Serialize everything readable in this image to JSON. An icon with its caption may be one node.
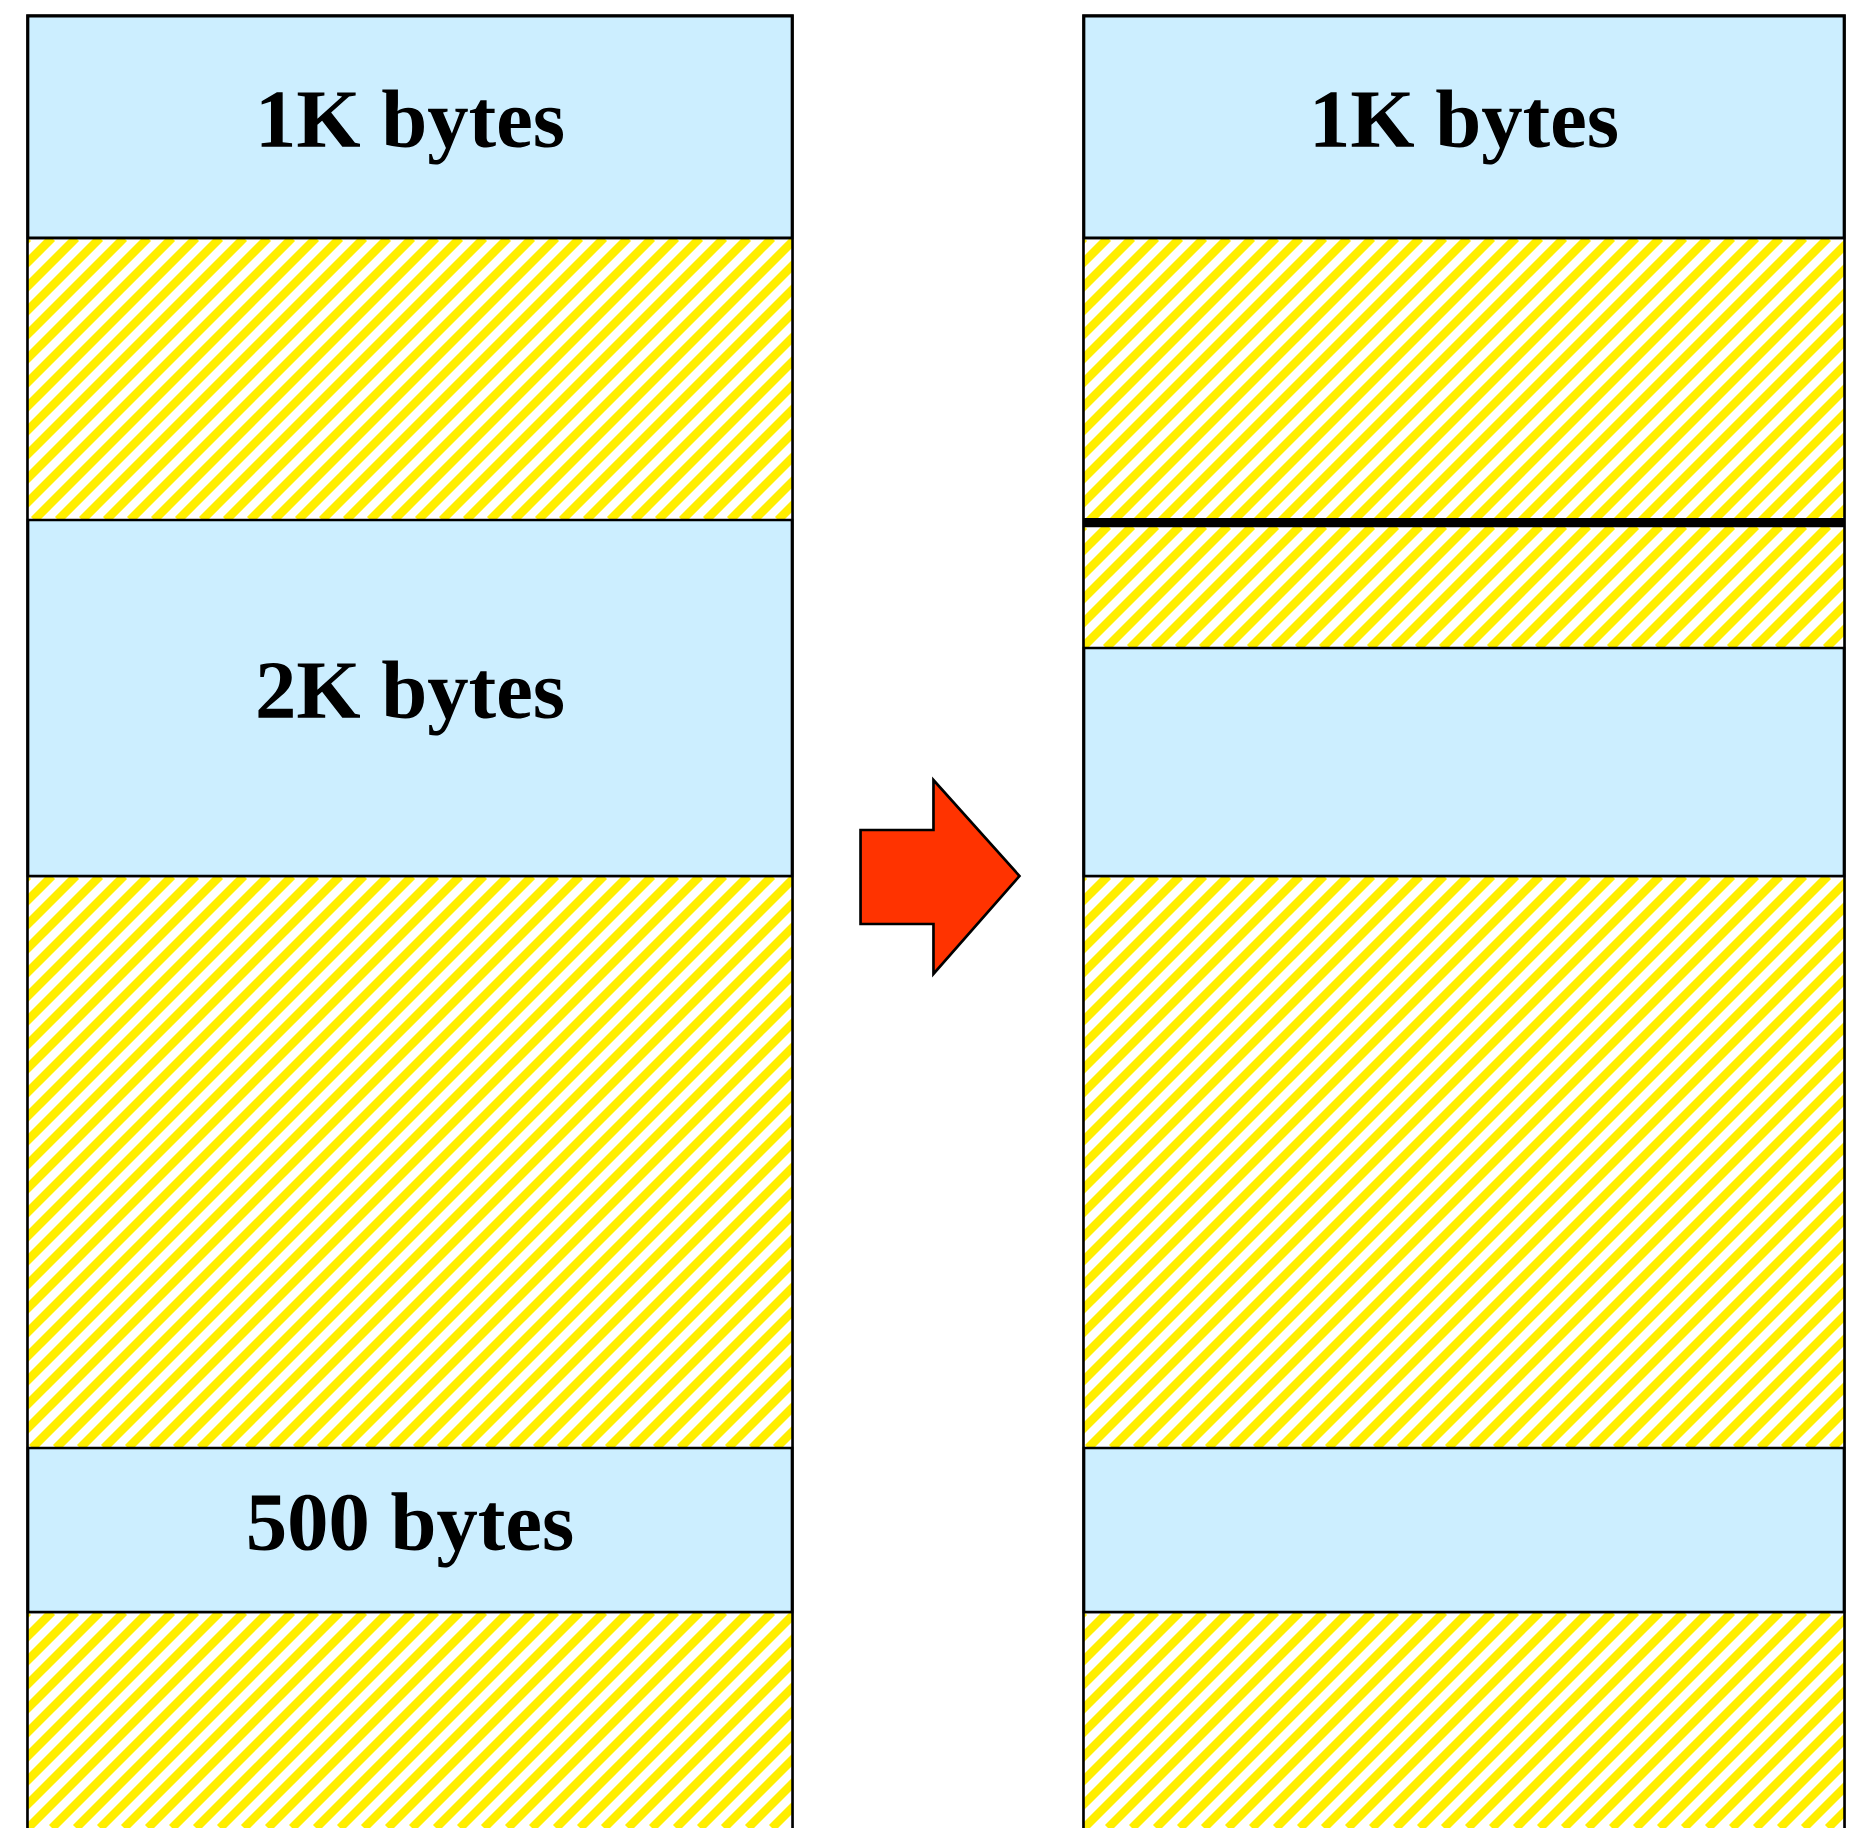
{
  "diagram": {
    "nodes": [
      {
        "text": [],
        "shape": "box"
      },
      {
        "text": [
          "1K bytes"
        ],
        "in": 0
      },
      {
        "text": [
          "2K bytes"
        ],
        "in": 0
      },
      {
        "text": [
          "500 bytes"
        ],
        "in": 0
      },
      {
        "text": [],
        "shape": "box"
      },
      {
        "text": [
          "1K bytes"
        ],
        "in": 4
      },
      {
        "text": [],
        "shape": "box",
        "in": 4
      },
      {
        "text": [],
        "shape": "box",
        "in": 4
      }
    ],
    "edges": [
      {
        "from": 0,
        "to": 4,
        "arrow": "to",
        "color": "#ff3300"
      }
    ]
  }
}
